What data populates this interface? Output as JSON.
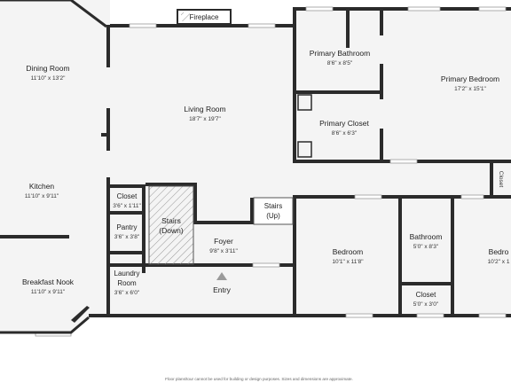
{
  "rooms": {
    "dining": {
      "name": "Dining Room",
      "dims": "11'10\" x 13'2\""
    },
    "living": {
      "name": "Living Room",
      "dims": "18'7\" x 19'7\""
    },
    "primary_bath": {
      "name": "Primary Bathroom",
      "dims": "8'6\" x 8'5\""
    },
    "primary_bed": {
      "name": "Primary Bedroom",
      "dims": "17'2\" x 15'1\""
    },
    "primary_closet": {
      "name": "Primary Closet",
      "dims": "8'6\" x 6'3\""
    },
    "kitchen": {
      "name": "Kitchen",
      "dims": "11'10\" x 9'11\""
    },
    "closet_small": {
      "name": "Closet",
      "dims": "3'6\" x 1'11\""
    },
    "pantry": {
      "name": "Pantry",
      "dims": "3'6\" x 3'8\""
    },
    "stairs_down": {
      "line1": "Stairs",
      "line2": "(Down)"
    },
    "stairs_up": {
      "line1": "Stairs",
      "line2": "(Up)"
    },
    "foyer": {
      "name": "Foyer",
      "dims": "9'8\" x 3'11\""
    },
    "breakfast": {
      "name": "Breakfast Nook",
      "dims": "11'10\" x 9'11\""
    },
    "laundry": {
      "line1": "Laundry",
      "line2": "Room",
      "dims": "3'6\" x 6'0\""
    },
    "bedroom1": {
      "name": "Bedroom",
      "dims": "10'1\" x 11'8\""
    },
    "bathroom": {
      "name": "Bathroom",
      "dims": "5'0\" x 8'3\""
    },
    "bedroom2": {
      "name": "Bedro",
      "dims": "10'2\" x 1"
    },
    "closet2": {
      "name": "Closet",
      "dims": "5'0\" x 3'0\""
    },
    "closet_vertical": {
      "name": "Closet"
    }
  },
  "fireplace": "Fireplace",
  "entry": "Entry",
  "disclaimer": "Floor plans/tour cannot be used for building or design purposes. Sizes and dimensions are approximate.",
  "colors": {
    "wall": "#2b2b2b",
    "floor": "#f4f4f4",
    "window": "#9a9a9a"
  }
}
